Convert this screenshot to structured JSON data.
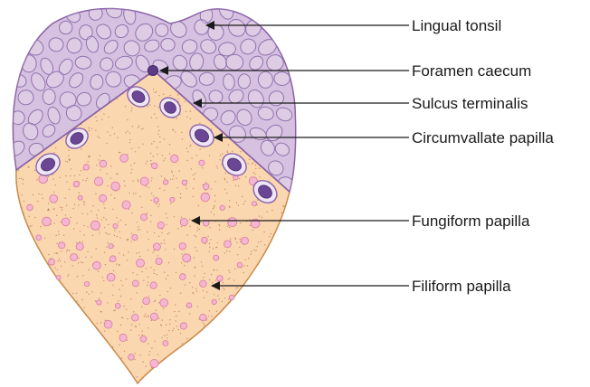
{
  "labels": {
    "lingual_tonsil": "Lingual tonsil",
    "foramen_caecum": "Foramen caecum",
    "sulcus_terminalis": "Sulcus terminalis",
    "circumvallate_papilla": "Circumvallate papilla",
    "fungiform_papilla": "Fungiform papilla",
    "filiform_papilla": "Filiform papilla"
  },
  "colors": {
    "root_fill": "#d7c1e0",
    "root_stroke": "#8a63a8",
    "cell_outline": "#8f72ad",
    "body_fill": "#fbd7b0",
    "body_stroke": "#c98a4a",
    "fungiform_fill": "#f4b6d0",
    "fungiform_stroke": "#d77ba3",
    "filiform_dots": "#b07a55",
    "papilla_core": "#6b4694",
    "papilla_ring": "#efe6f5",
    "foramen": "#5d3a87"
  }
}
